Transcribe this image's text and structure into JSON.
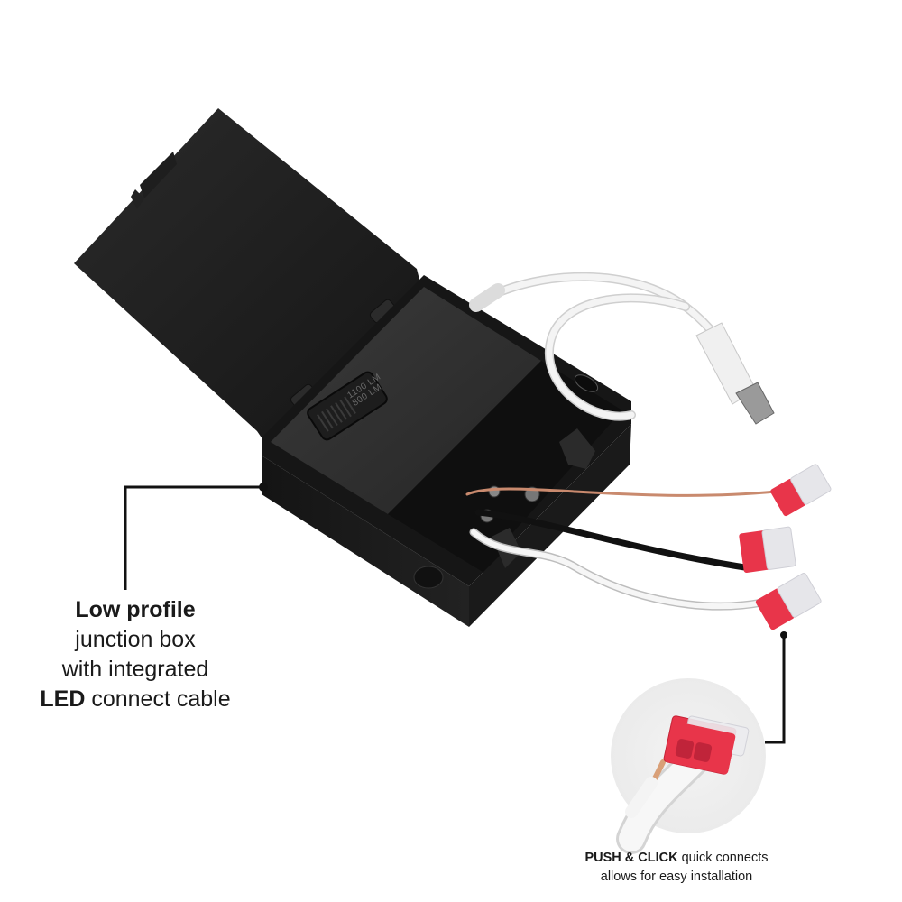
{
  "product": {
    "name": "Low profile junction box with integrated LED connect cable",
    "switch_labels": [
      "1100 LM",
      "800 LM"
    ]
  },
  "callouts": {
    "left": {
      "line1_bold": "Low profile",
      "line2": "junction box",
      "line3": "with integrated",
      "line4_bold": "LED",
      "line4_rest": " connect cable"
    },
    "right": {
      "line1_bold": "PUSH & CLICK",
      "line1_rest": " quick connects",
      "line2": "allows for easy installation"
    }
  },
  "colors": {
    "box": "#1c1c1c",
    "connector_red": "#e8354a",
    "connector_clear": "#e8e8ec",
    "cable_white": "#f2f2f2",
    "inset_circle": "#eeeeee",
    "callout_line": "#111111"
  }
}
